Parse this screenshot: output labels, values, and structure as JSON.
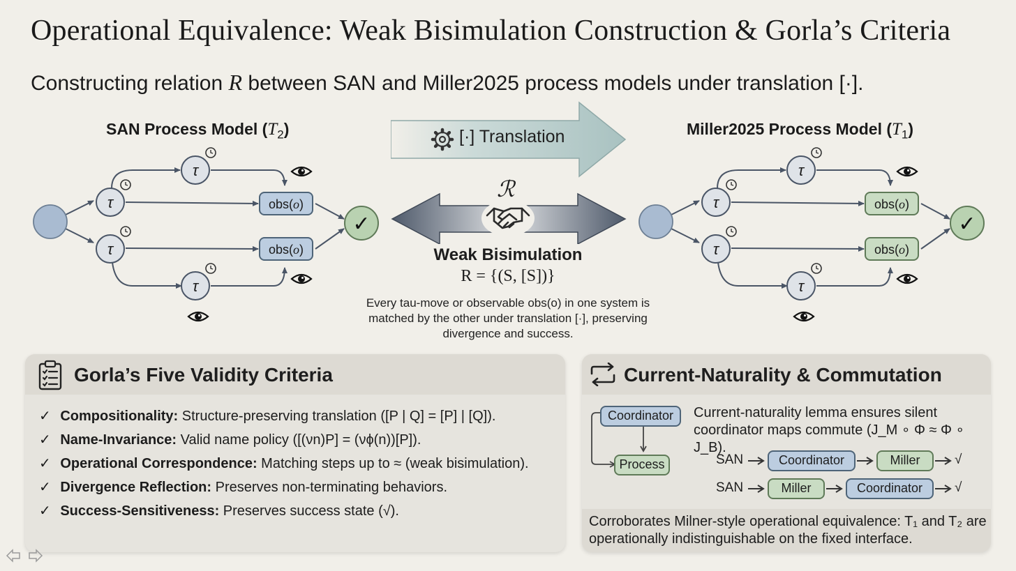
{
  "title": "Operational Equivalence: Weak Bisimulation Construction & Gorla’s Criteria",
  "subtitle": {
    "prefix": "Constructing relation",
    "var": "R",
    "suffix": "between SAN and Miller2025 process models under translation [·]."
  },
  "san_model": {
    "title_prefix": "SAN Process Model (",
    "title_var": "T",
    "title_sub": "2",
    "title_suffix": ")",
    "tau_label": "τ",
    "obs_label_prefix": "obs(",
    "obs_label_var": "o",
    "obs_label_suffix": ")",
    "success_label": "✓"
  },
  "miller_model": {
    "title_prefix": "Miller2025 Process Model (",
    "title_var": "T",
    "title_sub": "1",
    "title_suffix": ")",
    "tau_label": "τ",
    "obs_label_prefix": "obs(",
    "obs_label_var": "o",
    "obs_label_suffix": ")",
    "success_label": "✓"
  },
  "translation": {
    "label": "[·] Translation",
    "icon": "gear-icon"
  },
  "bisimulation": {
    "symbol": "ℛ",
    "icon": "handshake-icon",
    "title": "Weak Bisimulation",
    "formula": "R = {(S, [S])}",
    "description": "Every tau-move or observable obs(o) in one system is matched by the other under translation [·], preserving divergence and success."
  },
  "gorla": {
    "title": "Gorla’s Five Validity Criteria",
    "icon": "clipboard-checklist-icon",
    "check": "✓",
    "criteria": [
      {
        "name": "Compositionality:",
        "text": "Structure-preserving translation ([P | Q] = [P] | [Q])."
      },
      {
        "name": "Name-Invariance:",
        "text": "Valid name policy ([(νn)P] = (νϕ(n))[P])."
      },
      {
        "name": "Operational Correspondence:",
        "text": "Matching steps up to ≈ (weak bisimulation)."
      },
      {
        "name": "Divergence Reflection:",
        "text": "Preserves non-terminating behaviors."
      },
      {
        "name": "Success-Sensitiveness:",
        "text": "Preserves success state (√)."
      }
    ]
  },
  "naturality": {
    "title": "Current-Naturality & Commutation",
    "icon": "commute-arrows-icon",
    "coordinator_box": "Coordinator",
    "process_box": "Process",
    "lemma": "Current-naturality lemma ensures silent coordinator maps commute (J_M ∘ Φ ≈ Φ ∘ J_B).",
    "chain1": [
      "SAN",
      "Coordinator",
      "Miller",
      "√"
    ],
    "chain2": [
      "SAN",
      "Miller",
      "Coordinator",
      "√"
    ],
    "corroboration": "Corroborates Milner-style operational equivalence: T₁ and T₂ are operationally indistinguishable on the fixed interface."
  },
  "nav": {
    "prev_icon": "prev-arrow-icon",
    "next_icon": "next-arrow-icon"
  },
  "colors": {
    "background": "#f1efe9",
    "node_blue": "#bccde0",
    "node_green": "#c9dcc3",
    "tau_fill": "#dfe3e8",
    "arrow_teal": "#b7cccb",
    "arrow_slate": "#5c6676"
  }
}
